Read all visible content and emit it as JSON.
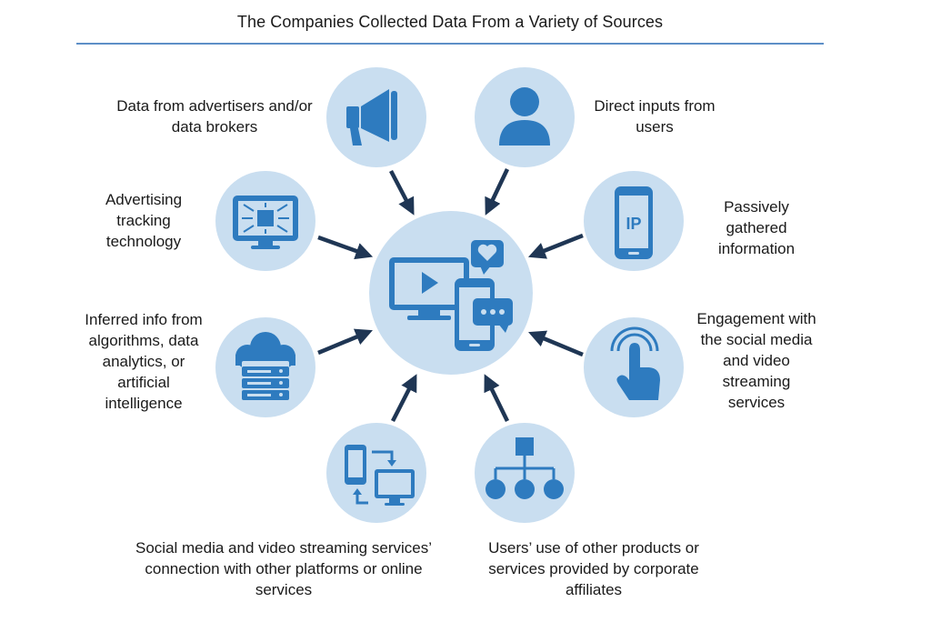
{
  "title": "The Companies Collected Data From a Variety of Sources",
  "colors": {
    "circle_fill": "#c9def0",
    "icon_blue": "#2e7bbf",
    "arrow": "#1f3654",
    "rule": "#5d8fc7"
  },
  "center": {
    "icon": "devices-icon"
  },
  "sources": [
    {
      "icon": "megaphone-icon",
      "label": "Data from advertisers and/or data brokers"
    },
    {
      "icon": "user-icon",
      "label": "Direct inputs from users"
    },
    {
      "icon": "tracking-screen-icon",
      "label": "Advertising tracking technology"
    },
    {
      "icon": "phone-ip-icon",
      "icon_text": "IP",
      "label": "Passively gathered information"
    },
    {
      "icon": "cloud-server-icon",
      "label": "Inferred info from algorithms, data analytics, or artificial intelligence"
    },
    {
      "icon": "touch-hand-icon",
      "label": "Engagement with the social media and video streaming services"
    },
    {
      "icon": "device-sync-icon",
      "label": "Social media and video streaming services’ connection with other platforms or online services"
    },
    {
      "icon": "org-chart-icon",
      "label": "Users’ use of other products or services provided by corporate affiliates"
    }
  ]
}
